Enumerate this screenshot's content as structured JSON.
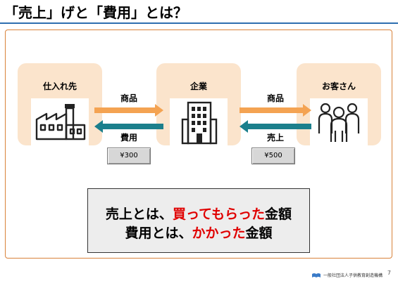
{
  "title": "「売上」げと「費用」とは？",
  "nodes": {
    "supplier": {
      "label": "仕入れ先",
      "icon": "factory-icon"
    },
    "company": {
      "label": "企業",
      "icon": "office-building-icon"
    },
    "customer": {
      "label": "お客さん",
      "icon": "people-group-icon"
    }
  },
  "flows": {
    "left_top_label": "商品",
    "left_bottom_label": "費用",
    "left_amount": "¥300",
    "right_top_label": "商品",
    "right_bottom_label": "売上",
    "right_amount": "¥500"
  },
  "summary": {
    "line1_prefix": "売上とは、",
    "line1_highlight": "買ってもらった",
    "line1_suffix": "金額",
    "line2_prefix": "費用とは、",
    "line2_highlight": "かかった",
    "line2_suffix": "金額"
  },
  "footer": {
    "org": "一般社団法人子供教育創造機構",
    "page": "7"
  },
  "colors": {
    "rule_blue": "#2e6fb0",
    "card_fill": "#fbe4cc",
    "arrow_orange": "#f4a352",
    "arrow_teal": "#1b7f8c",
    "highlight_red": "#e00000"
  }
}
